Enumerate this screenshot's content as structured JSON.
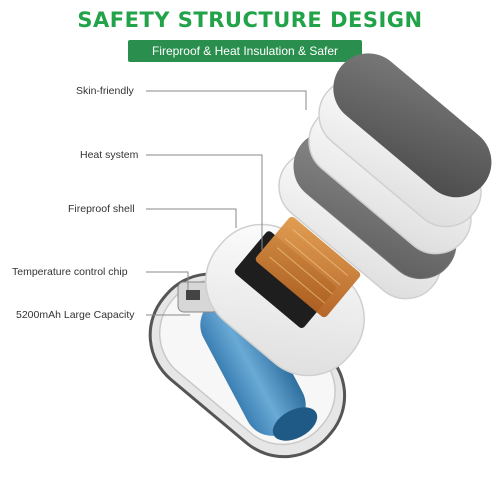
{
  "header": {
    "title": "SAFETY STRUCTURE DESIGN",
    "subtitle": "Fireproof & Heat Insulation & Safer"
  },
  "labels": [
    {
      "text": "Skin-friendly"
    },
    {
      "text": "Heat system"
    },
    {
      "text": "Fireproof shell"
    },
    {
      "text": "Temperature control chip"
    },
    {
      "text": "5200mAh Large Capacity"
    }
  ],
  "colors": {
    "title": "#22a34a",
    "banner": "#2a8f4e",
    "top_plate": "#5b5b5b",
    "shell": "#f4f4f4",
    "heater": "#c8752c",
    "battery": "#4f93c4"
  }
}
